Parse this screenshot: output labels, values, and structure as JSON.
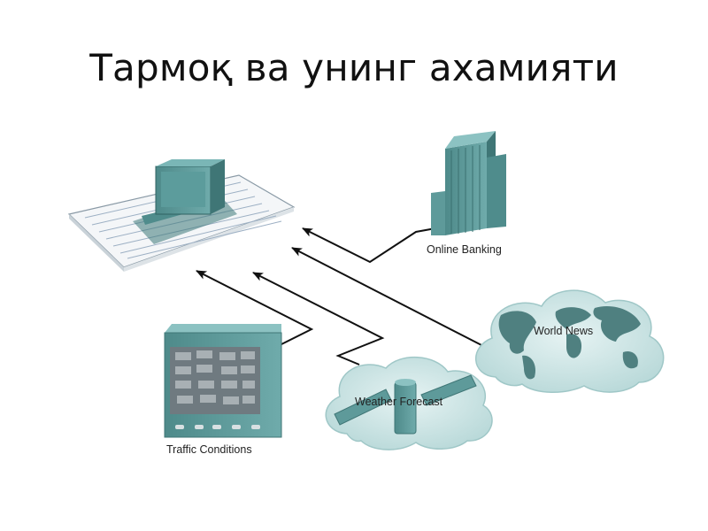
{
  "title": "Тармоқ ва унинг ахамияти",
  "nodes": {
    "online_banking": {
      "label": "Online Banking",
      "icon": "office-building-icon"
    },
    "world_news": {
      "label": "World News",
      "icon": "world-map-cloud-icon"
    },
    "weather_forecast": {
      "label": "Weather Forecast",
      "icon": "satellite-cloud-icon"
    },
    "traffic_conditions": {
      "label": "Traffic Conditions",
      "icon": "traffic-monitor-icon"
    },
    "user_computer": {
      "icon": "desktop-computer-on-document-icon"
    }
  },
  "colors": {
    "device_teal": "#5e9a9a",
    "device_dark": "#3f7676",
    "cloud_fill": "#cfe6e6",
    "arrow": "#111111"
  }
}
